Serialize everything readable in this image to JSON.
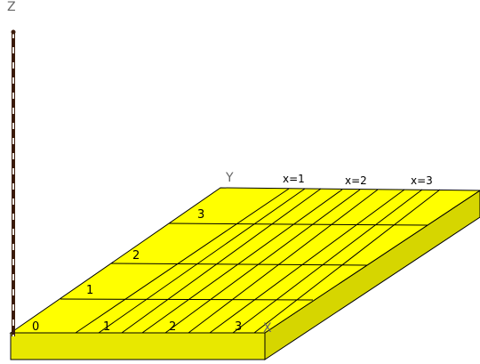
{
  "diagram": {
    "axis_labels": {
      "z": "Z",
      "y": "Y",
      "x": "X"
    },
    "origin_label": "0",
    "x_ticks": [
      "1",
      "2",
      "3"
    ],
    "y_ticks": [
      "1",
      "2",
      "3"
    ],
    "column_labels": [
      "x=1",
      "x=2",
      "x=3"
    ],
    "colors": {
      "board_top": "#ffff00",
      "board_side": "#e6e600",
      "rod_light": "#f4f0e8",
      "rod_dark": "#3a1a0a",
      "lines": "#000000"
    }
  }
}
